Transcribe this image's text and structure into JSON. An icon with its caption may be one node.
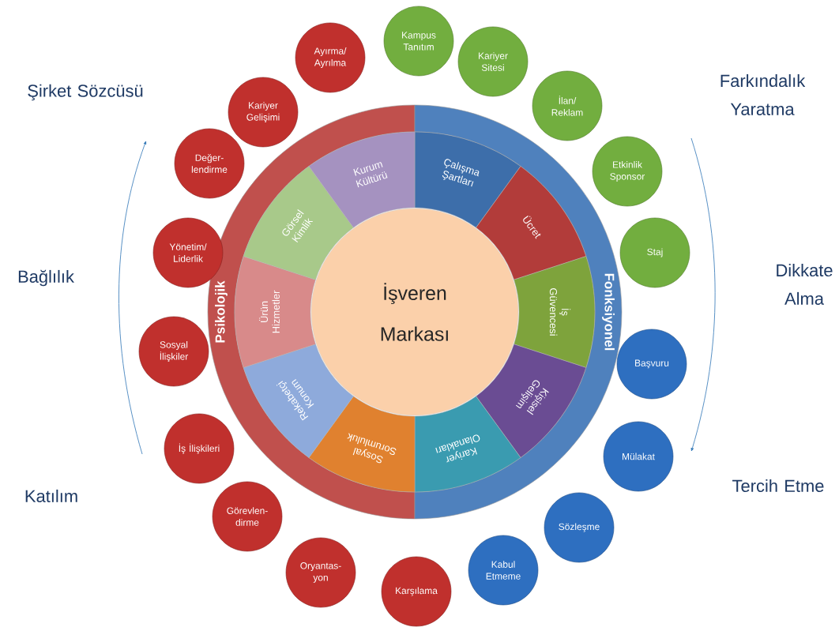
{
  "diagram": {
    "nodes": [
      {
        "text": [
          "İşveren Markası"
        ]
      },
      {
        "text": [
          "Çalışma Şartları"
        ]
      },
      {
        "text": [
          "Ücret"
        ]
      },
      {
        "text": [
          "İş Güvencesi"
        ]
      },
      {
        "text": [
          "Kişisel Gelişim"
        ]
      },
      {
        "text": [
          "Kariyer Olanakları"
        ]
      },
      {
        "text": [
          "Sosyal Sorumluluk"
        ]
      },
      {
        "text": [
          "Rekabetçi Konum"
        ]
      },
      {
        "text": [
          "Ürün Hizmetler"
        ]
      },
      {
        "text": [
          "Görsel Kimlik"
        ]
      },
      {
        "text": [
          "Kurum Kültürü"
        ]
      },
      {
        "text": [
          "Psikolojik"
        ]
      },
      {
        "text": [
          "Fonksiyonel"
        ]
      },
      {
        "text": [
          "Kampus Tanıtım"
        ]
      },
      {
        "text": [
          "Kariyer Sitesi"
        ]
      },
      {
        "text": [
          "İlan/ Reklam"
        ]
      },
      {
        "text": [
          "Etkinlik Sponsor"
        ]
      },
      {
        "text": [
          "Staj"
        ]
      },
      {
        "text": [
          "Başvuru"
        ]
      },
      {
        "text": [
          "Mülakat"
        ]
      },
      {
        "text": [
          "Sözleşme"
        ]
      },
      {
        "text": [
          "Kabul Etmeme"
        ]
      },
      {
        "text": [
          "Karşılama"
        ]
      },
      {
        "text": [
          "Oryantas- yon"
        ]
      },
      {
        "text": [
          "Görevlen- dirme"
        ]
      },
      {
        "text": [
          "İş İlişkileri"
        ]
      },
      {
        "text": [
          "Sosyal İlişkiler"
        ]
      },
      {
        "text": [
          "Yönetim/ Liderlik"
        ]
      },
      {
        "text": [
          "Değer- lendirme"
        ]
      },
      {
        "text": [
          "Kariyer Gelişimi"
        ]
      },
      {
        "text": [
          "Ayırma/ Ayrılma"
        ]
      }
    ],
    "labels": [
      "Şirket Sözcüsü",
      "Farkındalık Yaratma",
      "Bağlılık",
      "Dikkate Alma",
      "Katılım",
      "Tercih Etme"
    ]
  }
}
